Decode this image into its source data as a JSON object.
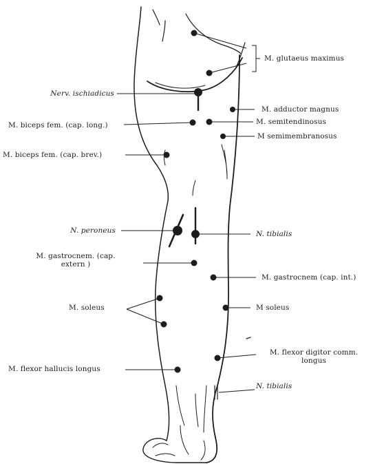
{
  "labels": {
    "glutaeus_maximus": "M. glutaeus maximus",
    "nerv_ischiadicus": "Nerv. ischiadicus",
    "adductor_magnus": "M. adductor magnus",
    "semitendinosus": "M. semitendinosus",
    "semimembranosus": "M semimembranosus",
    "biceps_long": "M. biceps fem. (cap. long.)",
    "biceps_brev": "M. biceps fem. (cap. brev.)",
    "n_peroneus": "N. peroneus",
    "n_tibialis_upper": "N. tibialis",
    "gastrocnem_ext_line1": "M. gastrocnem. (cap.",
    "gastrocnem_ext_line2": "extern )",
    "gastrocnem_int": "M. gastrocnem (cap. int.)",
    "soleus_left": "M. soleus",
    "soleus_right": "M soleus",
    "flexor_digitor_line1": "M. flexor digitor comm.",
    "flexor_digitor_line2": "longus",
    "flexor_hallucis": "M. flexor hallucis longus",
    "n_tibialis_lower": "N. tibialis"
  },
  "colors": {
    "ink": "#1c1c1c",
    "background": "#ffffff"
  }
}
